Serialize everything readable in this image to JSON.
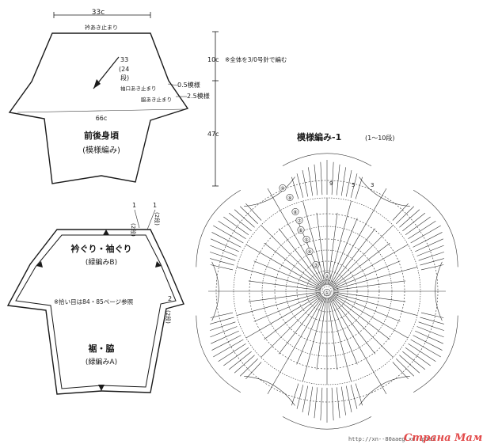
{
  "top_piece": {
    "width_label": "33c",
    "neck_opening": "衿あき止まり",
    "diag_count": "33",
    "diag_alt": "(24",
    "diag_unit": "段)",
    "sleeve_opening": "袖口あき止まり",
    "side_opening": "脇あき止まり",
    "bottom_width": "66c",
    "right_measure_1": "0.5模様",
    "right_measure_2": "2.5模様",
    "title": "前後身頃",
    "subtitle": "(模様編み)"
  },
  "side_dims": {
    "upper": "10c",
    "lower": "47c",
    "note": "※全体を3/0号針で編む"
  },
  "bottom_piece": {
    "edge_a_1": "1",
    "edge_a_2": "(2段)",
    "edge_b_1": "1",
    "edge_b_2": "(2段)",
    "edge_c_1": "2",
    "edge_c_2": "(2段)",
    "label_1": "衿ぐり・袖ぐり",
    "label_1_sub": "(緑編みB)",
    "note": "※拾い目は84・85ページ参照",
    "label_2": "裾・脇",
    "label_2_sub": "(緑編みA)"
  },
  "chart": {
    "title": "模様編み-1",
    "range": "(1〜10段)",
    "rows": [
      "①",
      "②",
      "③",
      "④",
      "⑤",
      "⑥",
      "⑦",
      "⑧",
      "⑨",
      "⑩"
    ],
    "top_numbers": [
      "9",
      "5",
      "3"
    ]
  },
  "watermark": {
    "url_text": "http://xn--80aaeg.xn--p1ai",
    "site": "Страна Мам"
  }
}
